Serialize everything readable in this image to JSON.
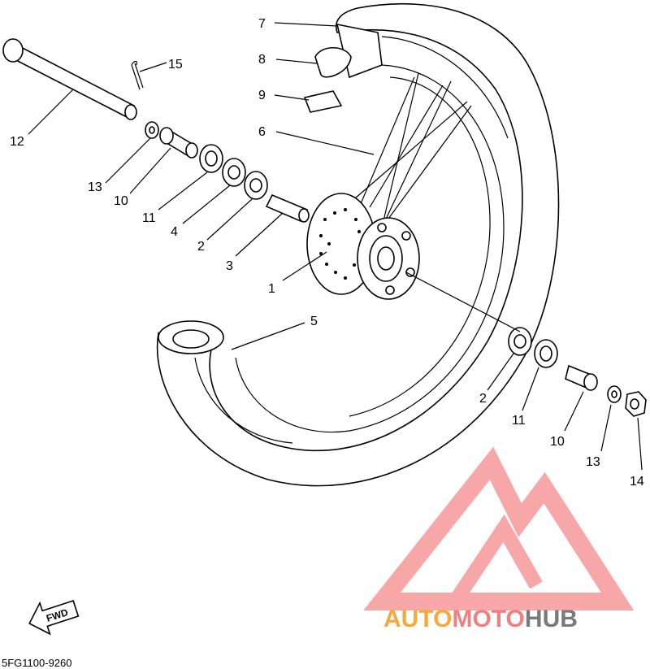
{
  "callouts": {
    "c1": "1",
    "c2a": "2",
    "c2b": "2",
    "c3": "3",
    "c4": "4",
    "c5": "5",
    "c6": "6",
    "c7": "7",
    "c8": "8",
    "c9": "9",
    "c10a": "10",
    "c10b": "10",
    "c11a": "11",
    "c11b": "11",
    "c12": "12",
    "c13a": "13",
    "c13b": "13",
    "c14": "14",
    "c15": "15"
  },
  "diagram_code": "5FG1100-9260",
  "fwd_label": "FWD",
  "watermark": {
    "part1": "AUTO",
    "part2": "MOTO",
    "part3": "HUB",
    "color1": "#f5a93a",
    "color2": "#f07f7f",
    "color3": "#7a7a7a",
    "logo_color": "#f58a8a"
  }
}
